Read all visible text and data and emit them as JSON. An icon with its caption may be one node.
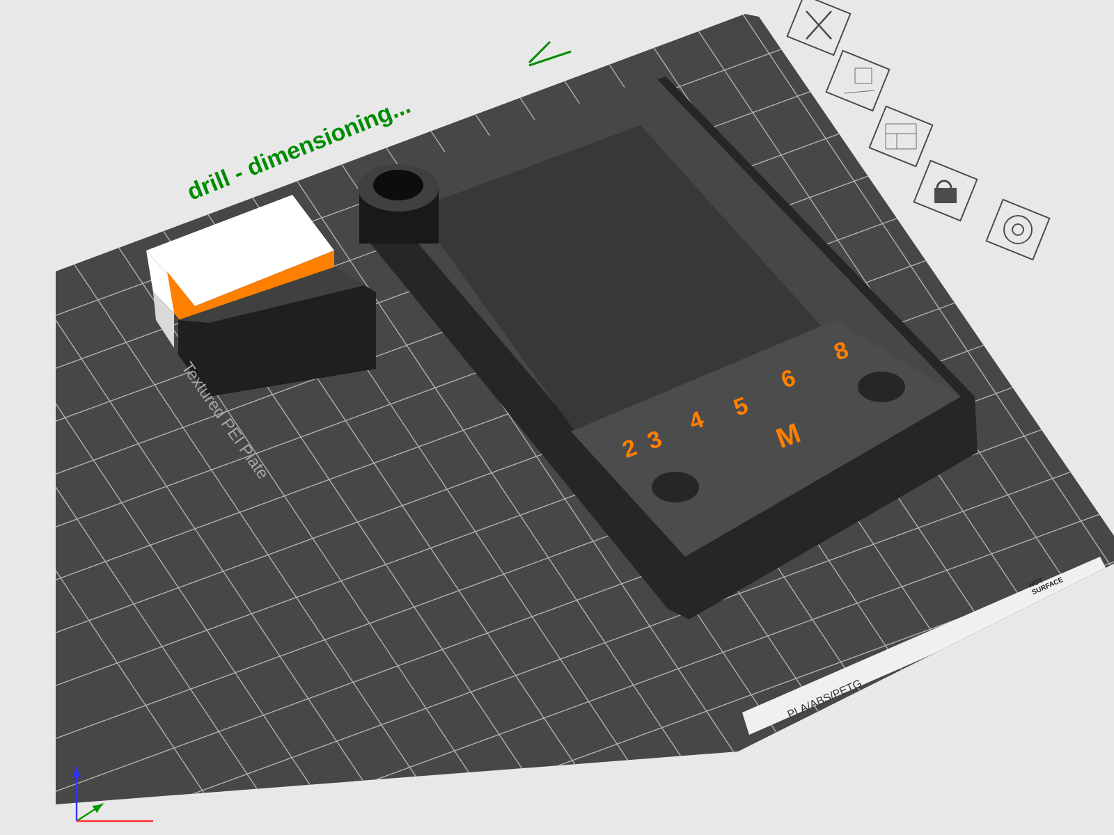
{
  "diagram": {
    "labels": [
      "drill - dimensioning...",
      "Textured PEI Plate",
      "2",
      "3",
      "4",
      "5",
      "6",
      "8",
      "M",
      "PLA/ABS/PETG",
      "HOT SURFACE"
    ]
  }
}
